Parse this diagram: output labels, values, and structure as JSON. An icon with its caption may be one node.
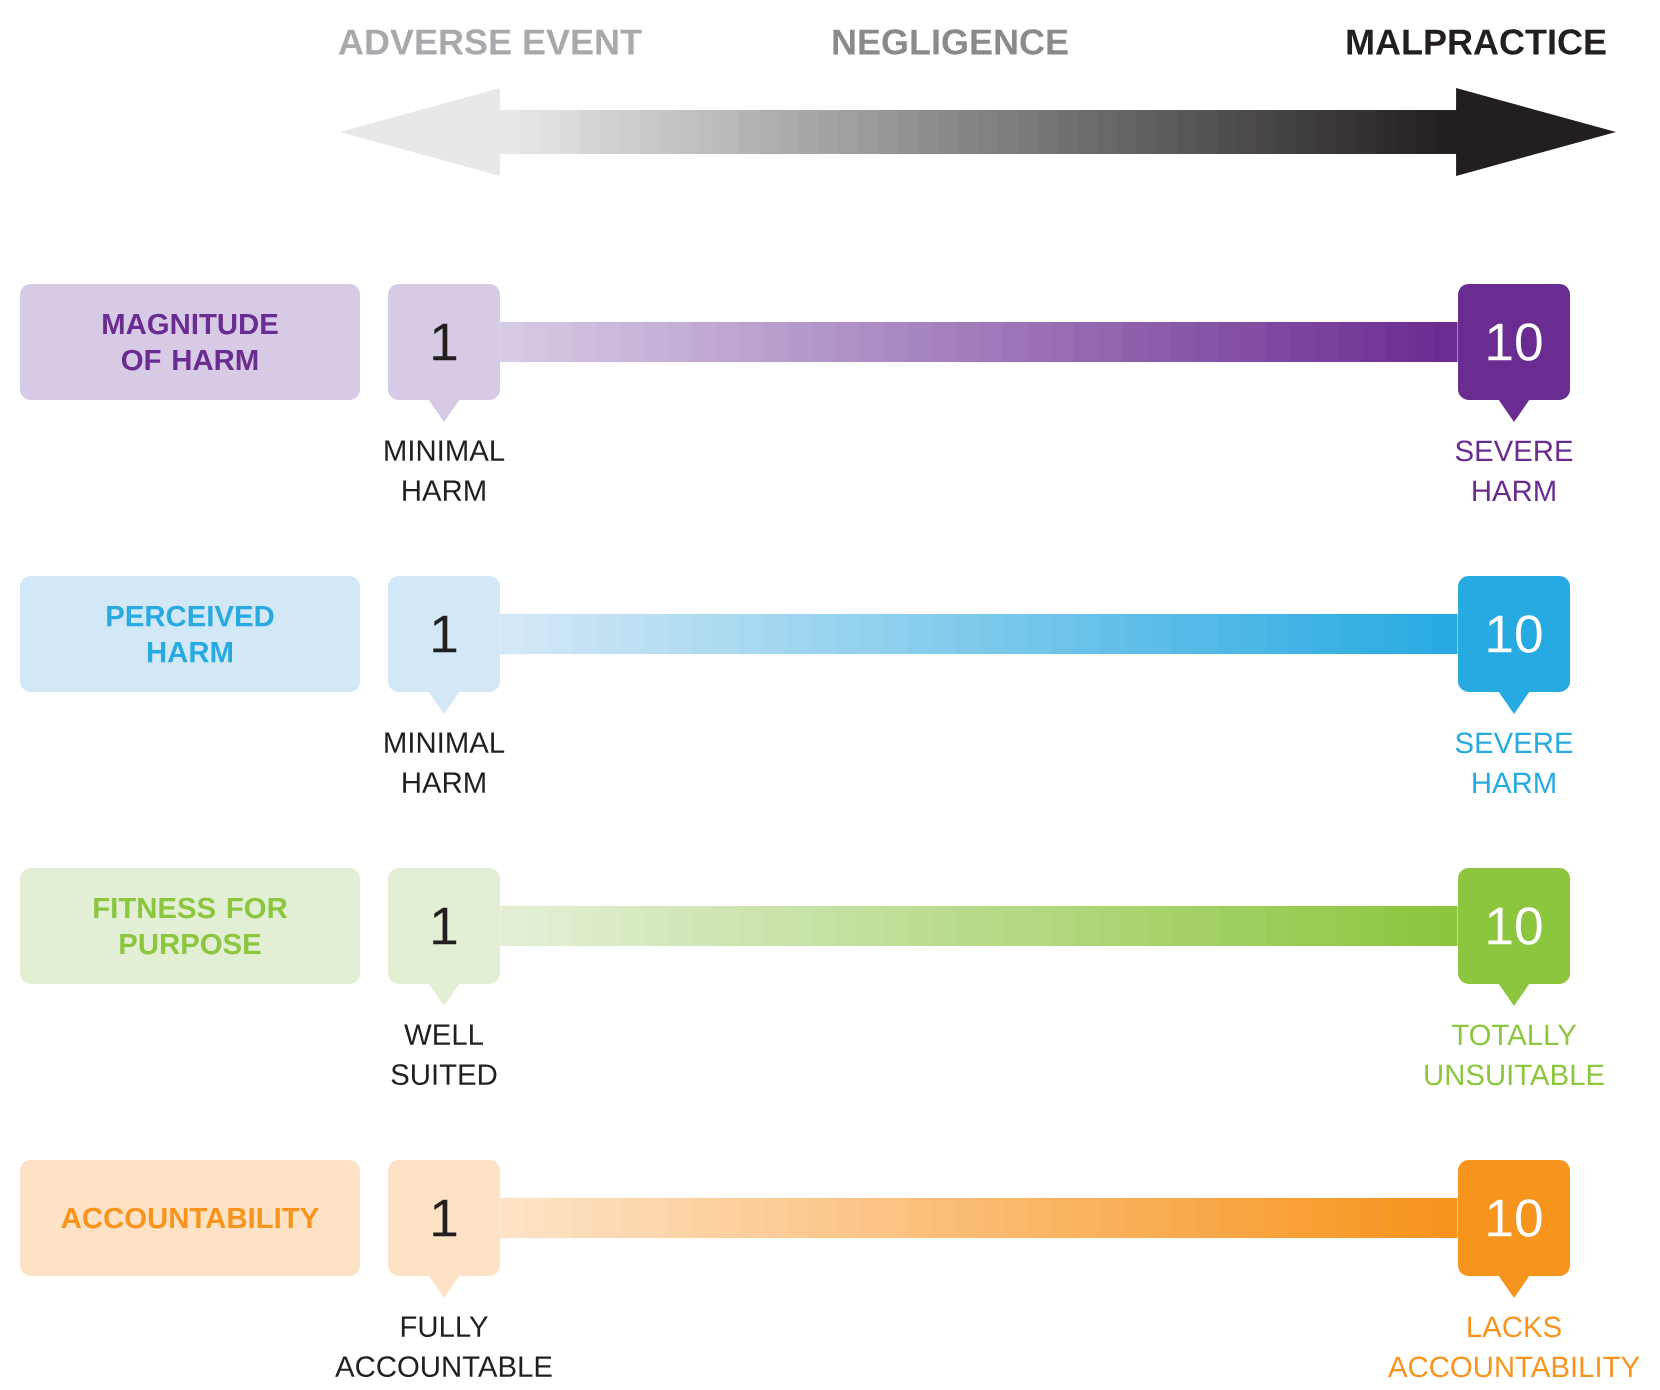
{
  "diagram": {
    "nodes": [
      {
        "text": [
          "MAGNITUDE OF HARM"
        ]
      },
      {
        "text": [
          "1"
        ],
        "beside": [
          "MINIMAL HARM"
        ]
      },
      {
        "text": [
          "10"
        ],
        "beside": [
          "SEVERE HARM"
        ]
      },
      {
        "text": [
          "PERCEIVED HARM"
        ]
      },
      {
        "text": [
          "1"
        ],
        "beside": [
          "MINIMAL HARM"
        ]
      },
      {
        "text": [
          "10"
        ],
        "beside": [
          "SEVERE HARM"
        ]
      },
      {
        "text": [
          "FITNESS FOR PURPOSE"
        ]
      },
      {
        "text": [
          "1"
        ],
        "beside": [
          "WELL SUITED"
        ]
      },
      {
        "text": [
          "10"
        ],
        "beside": [
          "TOTALLY UNSUITABLE"
        ]
      },
      {
        "text": [
          "ACCOUNTABILITY"
        ]
      },
      {
        "text": [
          "1"
        ],
        "beside": [
          "FULLY ACCOUNTABLE"
        ]
      },
      {
        "text": [
          "10"
        ],
        "beside": [
          "LACKS ACCOUNTABILITY"
        ]
      }
    ],
    "edges": [
      {
        "from": 1,
        "to": 2,
        "arrow": "none",
        "style": "thick",
        "color": "#6b2c91"
      },
      {
        "from": 4,
        "to": 5,
        "arrow": "none",
        "style": "thick",
        "color": "#27aae1"
      },
      {
        "from": 7,
        "to": 8,
        "arrow": "none",
        "style": "thick",
        "color": "#8cc63f"
      },
      {
        "from": 10,
        "to": 11,
        "arrow": "none",
        "style": "thick",
        "color": "#f7941d"
      }
    ],
    "labels": [
      "ADVERSE EVENT",
      "NEGLIGENCE",
      "MALPRACTICE"
    ]
  }
}
